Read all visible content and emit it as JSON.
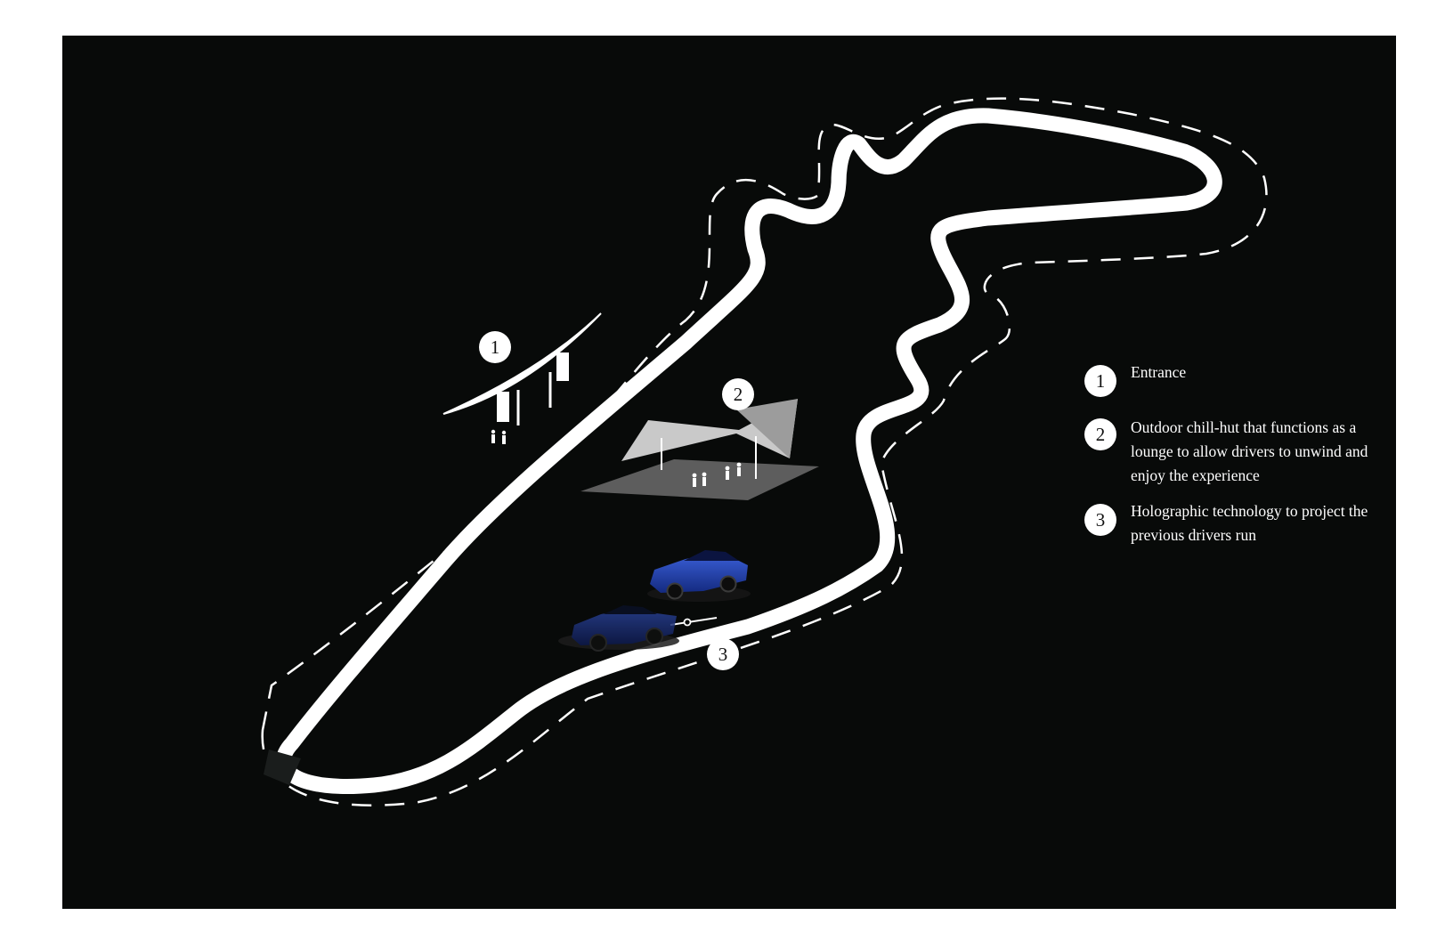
{
  "colors": {
    "background": "#080a09",
    "track": "#ffffff",
    "car_body": "#1f3fa8"
  },
  "markers": {
    "entrance": "1",
    "chill_hut": "2",
    "hologram": "3"
  },
  "legend": [
    {
      "number": "1",
      "text": "Entrance"
    },
    {
      "number": "2",
      "text": "Outdoor chill-hut that functions as a lounge to allow drivers to unwind and enjoy the experience"
    },
    {
      "number": "3",
      "text": "Holographic technology to project the previous drivers run"
    }
  ]
}
